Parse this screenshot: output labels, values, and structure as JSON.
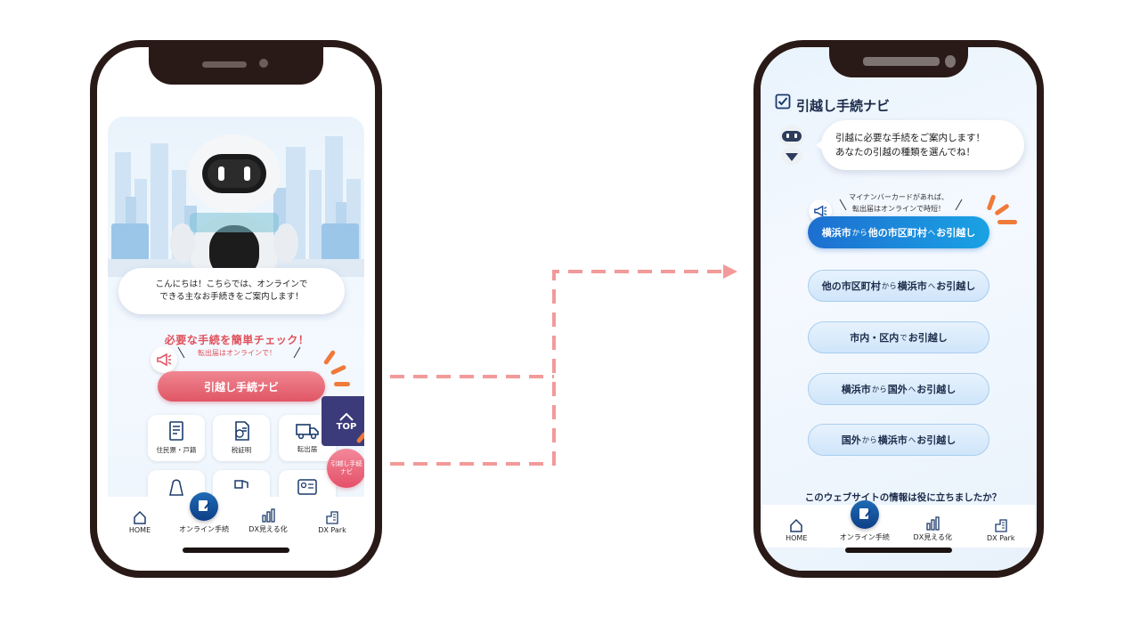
{
  "left_phone": {
    "greeting": "こんにちは！こちらでは、オンラインで\nできる主なお手続きをご案内します！",
    "check_title": "必要な手続を簡単チェック！",
    "check_subtitle": "転出届はオンラインで！",
    "navi_button": "引越し手続ナビ",
    "tiles": [
      {
        "icon": "document-icon",
        "label": "住民票・戸籍"
      },
      {
        "icon": "tax-certificate-icon",
        "label": "税証明"
      },
      {
        "icon": "truck-icon",
        "label": "転出届"
      }
    ],
    "top_button": "TOP",
    "fab_label": "引越し手続\nナビ"
  },
  "right_phone": {
    "title": "引越し手続ナビ",
    "bubble_line1": "引越に必要な手続をご案内します！",
    "bubble_line2": "あなたの引越の種類を選んでね！",
    "mynumber_note1": "マイナンバーカードがあれば、",
    "mynumber_note2": "転出届はオンラインで時短！",
    "options": [
      {
        "a": "横浜市",
        "b": "から",
        "c": "他の市区町村",
        "d": "へ",
        "e": "お引越し"
      },
      {
        "a": "他の市区町村",
        "b": "から",
        "c": "横浜市",
        "d": "へ",
        "e": "お引越し"
      },
      {
        "a": "市内・区内",
        "b": "で",
        "c": "お引越し",
        "d": "",
        "e": ""
      },
      {
        "a": "横浜市",
        "b": "から",
        "c": "国外",
        "d": "へ",
        "e": "お引越し"
      },
      {
        "a": "国外",
        "b": "から",
        "c": "横浜市",
        "d": "へ",
        "e": "お引越し"
      }
    ],
    "survey_question": "このウェブサイトの情報は役に立ちましたか？"
  },
  "tabbar": [
    {
      "icon": "home-icon",
      "label": "HOME"
    },
    {
      "icon": "online-procedure-icon",
      "label": "オンライン手続"
    },
    {
      "icon": "bar-chart-icon",
      "label": "DX見える化"
    },
    {
      "icon": "building-icon",
      "label": "DX Park"
    }
  ],
  "colors": {
    "accent_red": "#e05666",
    "accent_blue": "#1d6fd0",
    "orange": "#ef7a3a",
    "frame": "#2a1a17",
    "connector": "#f29a9a"
  }
}
